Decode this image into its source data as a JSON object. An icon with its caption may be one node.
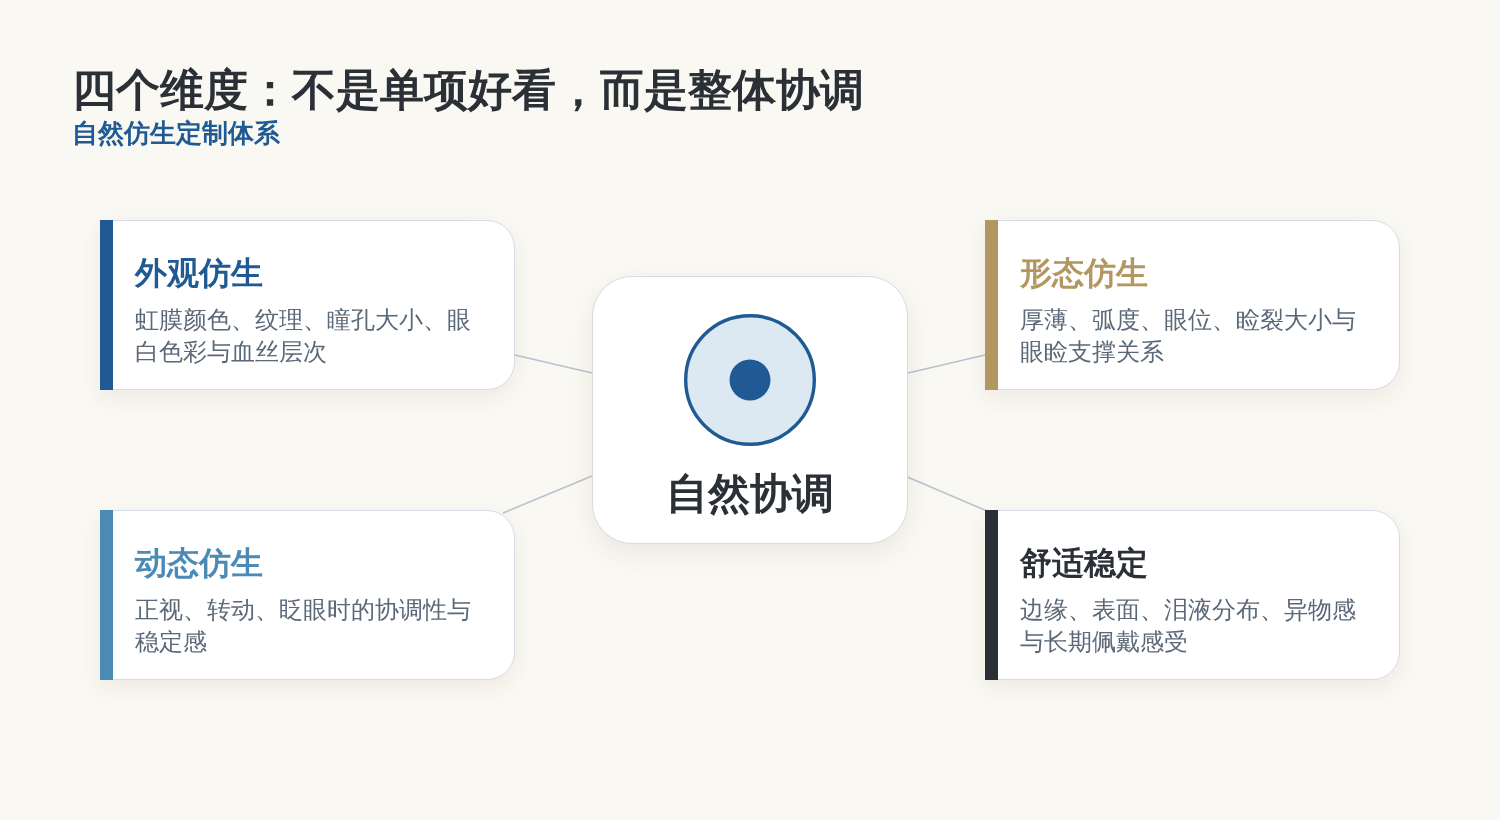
{
  "diagram": {
    "title": "四个维度：不是单项好看，而是整体协调",
    "nodes": [
      {
        "text": [
          "外观仿生",
          "虹膜颜色、纹理、瞳孔大小、眼白色彩与血丝层次"
        ]
      },
      {
        "text": [
          "形态仿生",
          "厚薄、弧度、眼位、睑裂大小与眼睑支撑关系"
        ]
      },
      {
        "text": [
          "自然协调"
        ]
      },
      {
        "text": [
          "动态仿生",
          "正视、转动、眨眼时的协调性与稳定感"
        ]
      },
      {
        "text": [
          "舒适稳定",
          "边缘、表面、泪液分布、异物感与长期佩戴感受"
        ]
      }
    ],
    "edges": [
      {
        "from": 0,
        "to": 2,
        "arrow": "none"
      },
      {
        "from": 1,
        "to": 2,
        "arrow": "none"
      },
      {
        "from": 3,
        "to": 2,
        "arrow": "none"
      },
      {
        "from": 4,
        "to": 2,
        "arrow": "none"
      }
    ],
    "labels": [
      "自然仿生定制体系"
    ]
  }
}
